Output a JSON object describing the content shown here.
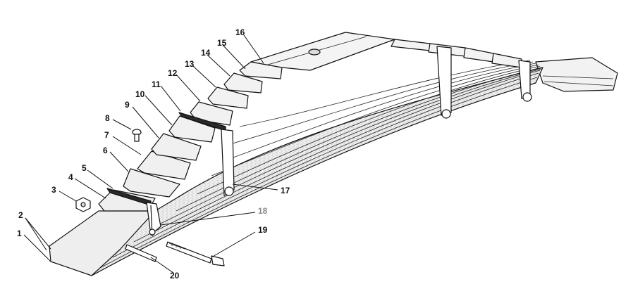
{
  "diagram": {
    "callouts": [
      {
        "id": "1",
        "label": "1"
      },
      {
        "id": "2",
        "label": "2"
      },
      {
        "id": "3",
        "label": "3"
      },
      {
        "id": "4",
        "label": "4"
      },
      {
        "id": "5",
        "label": "5"
      },
      {
        "id": "6",
        "label": "6"
      },
      {
        "id": "7",
        "label": "7"
      },
      {
        "id": "8",
        "label": "8"
      },
      {
        "id": "9",
        "label": "9"
      },
      {
        "id": "10",
        "label": "10"
      },
      {
        "id": "11",
        "label": "11"
      },
      {
        "id": "12",
        "label": "12"
      },
      {
        "id": "13",
        "label": "13"
      },
      {
        "id": "14",
        "label": "14"
      },
      {
        "id": "15",
        "label": "15"
      },
      {
        "id": "16",
        "label": "16"
      },
      {
        "id": "17",
        "label": "17"
      },
      {
        "id": "18",
        "label": "18"
      },
      {
        "id": "19",
        "label": "19"
      },
      {
        "id": "20",
        "label": "20"
      }
    ],
    "colors": {
      "ink": "#111111",
      "paper": "#ffffff",
      "leaf_top": "#ededed",
      "leaf_side": "#f6f6f6",
      "muted_label": "#8a8a8a"
    }
  }
}
